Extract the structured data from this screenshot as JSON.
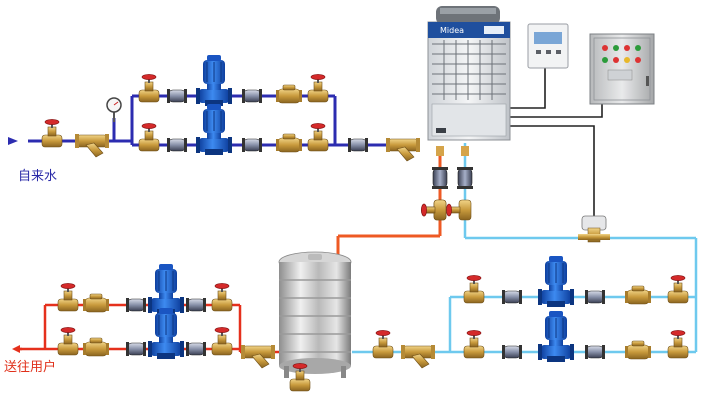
{
  "labels": {
    "inlet": "自来水",
    "outlet": "送往用户"
  },
  "heat_pump": {
    "brand": "Midea"
  },
  "colors": {
    "cold_pipe": "#2c2cb0",
    "supply_pipe": "#6ec9ee",
    "hot_pipe": "#ee5a24",
    "red_pipe": "#e5301c",
    "pump_blue": "#1f6ad6",
    "brass": "#c89a3c",
    "valve_red": "#d42a2a",
    "wire": "#222222"
  },
  "icons": [
    "gate-valve-icon",
    "y-strainer-icon",
    "check-valve-icon",
    "flex-connector-icon",
    "water-pump-icon",
    "pressure-gauge-icon",
    "heat-pump-unit-icon",
    "wall-controller-icon",
    "control-cabinet-icon",
    "flow-switch-icon",
    "storage-tank-icon",
    "arrow-icon"
  ]
}
